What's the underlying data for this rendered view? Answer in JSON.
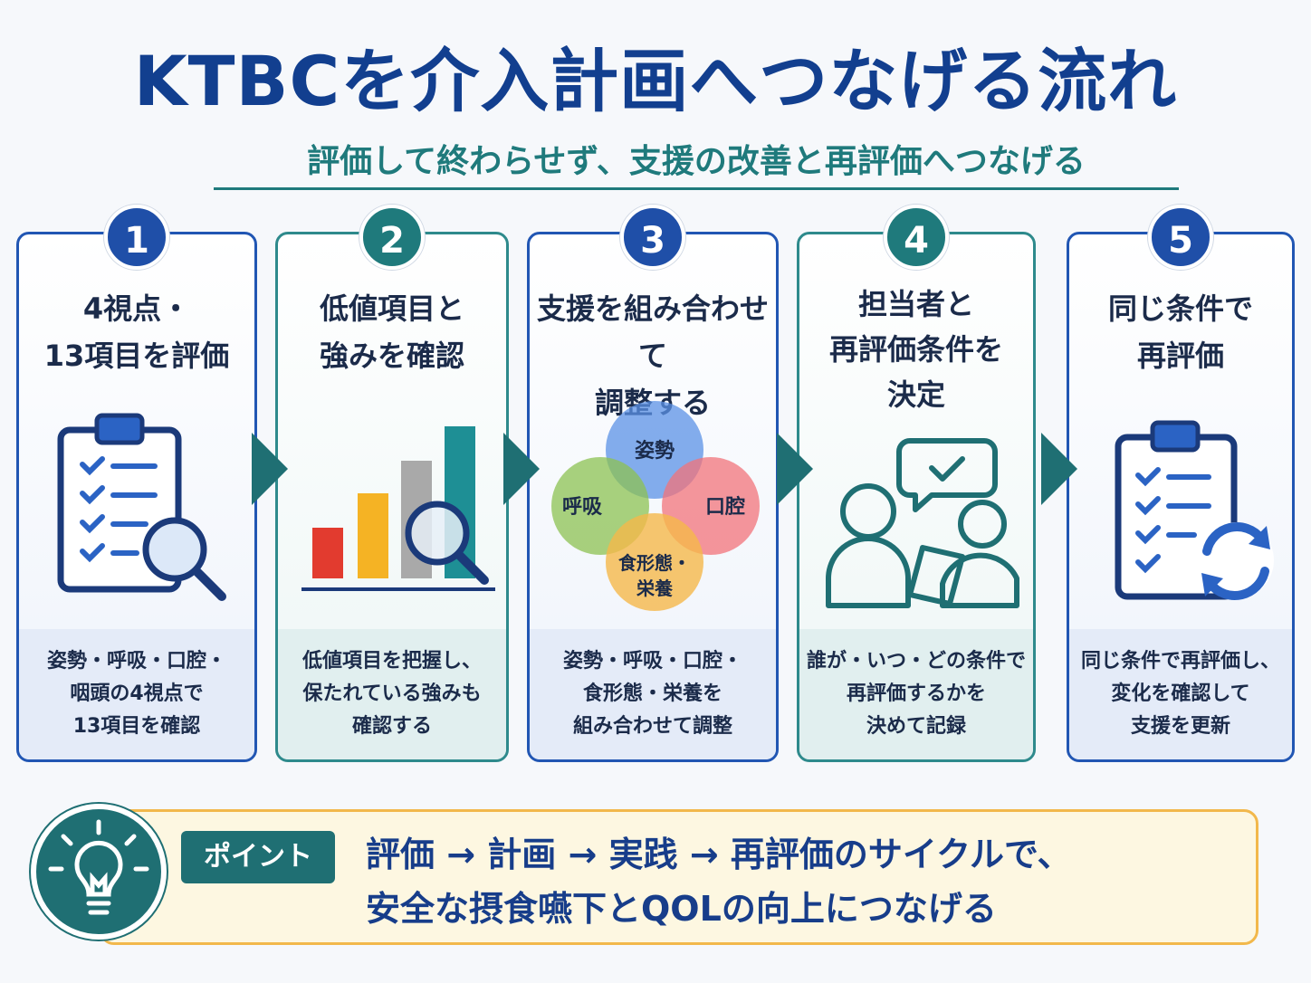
{
  "title": "KTBCを介入計画へつなげる流れ",
  "subtitle": "評価して終わらせず、支援の改善と再評価へつなげる",
  "steps": [
    {
      "number": "1",
      "heading": [
        "4視点・",
        "13項目を評価"
      ],
      "desc": [
        "姿勢・呼吸・口腔・",
        "咽頭の4視点で",
        "13項目を確認"
      ]
    },
    {
      "number": "2",
      "heading": [
        "低値項目と",
        "強みを確認"
      ],
      "desc": [
        "低値項目を把握し、",
        "保たれている強みも",
        "確認する"
      ]
    },
    {
      "number": "3",
      "heading": [
        "支援を組み合わせて",
        "調整する"
      ],
      "desc": [
        "姿勢・呼吸・口腔・",
        "食形態・栄養を",
        "組み合わせて調整"
      ]
    },
    {
      "number": "4",
      "heading": [
        "担当者と",
        "再評価条件を",
        "決定"
      ],
      "desc": [
        "誰が・いつ・どの条件で",
        "再評価するかを",
        "決めて記録"
      ]
    },
    {
      "number": "5",
      "heading": [
        "同じ条件で",
        "再評価"
      ],
      "desc": [
        "同じ条件で再評価し、",
        "変化を確認して",
        "支援を更新"
      ]
    }
  ],
  "venn": {
    "top": "姿勢",
    "left": "呼吸",
    "right": "口腔",
    "bottom": [
      "食形態・",
      "栄養"
    ]
  },
  "point": {
    "label": "ポイント",
    "lines": [
      "評価 → 計画 → 実践 → 再評価のサイクルで、",
      "安全な摂食嚥下とQOLの向上につなげる"
    ]
  },
  "colors": {
    "navy": "#1f4fa8",
    "teal": "#1f7a7c",
    "title": "#123f8f",
    "point_border": "#f2b84b"
  }
}
